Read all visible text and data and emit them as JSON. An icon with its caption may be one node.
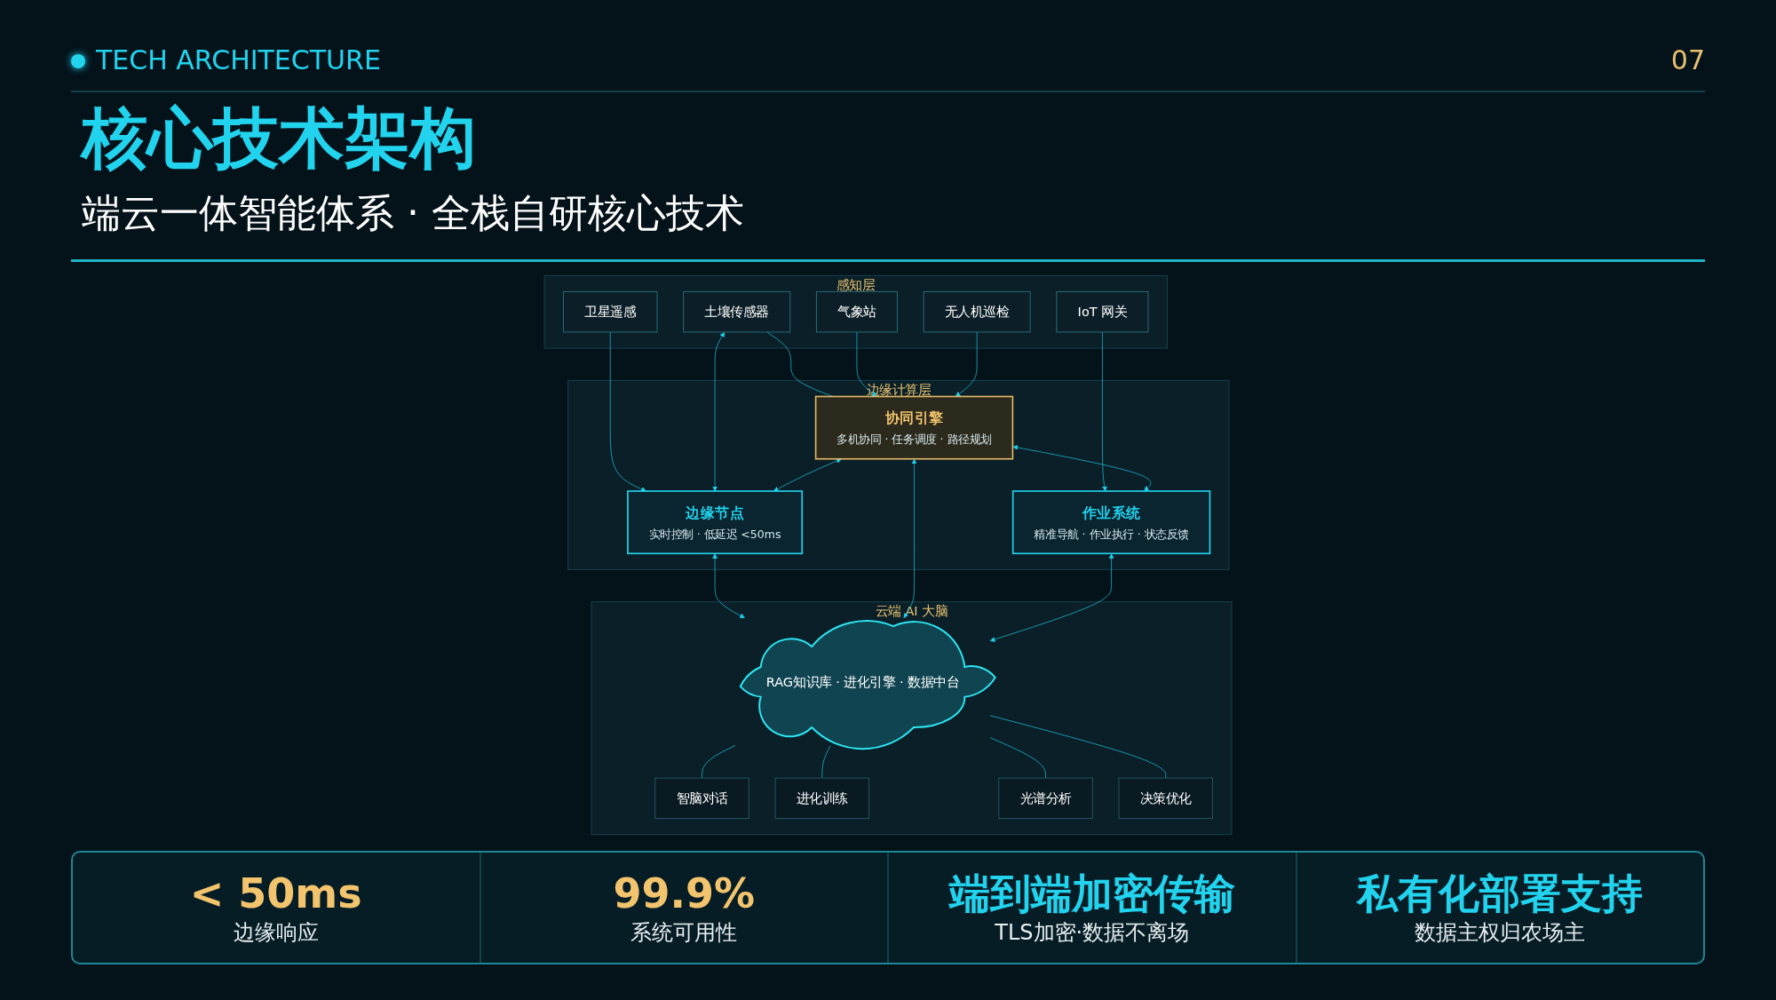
{
  "diagram": {
    "title": "核心技术架构",
    "nodes": [
      {
        "text": [
          "感知层"
        ]
      },
      {
        "text": [
          "卫星遥感"
        ],
        "in": 0
      },
      {
        "text": [
          "土壤传感器"
        ],
        "in": 0
      },
      {
        "text": [
          "气象站"
        ],
        "in": 0
      },
      {
        "text": [
          "无人机巡检"
        ],
        "in": 0
      },
      {
        "text": [
          "IoT 网关"
        ],
        "in": 0
      },
      {
        "text": [
          "边缘计算层"
        ]
      },
      {
        "text": [
          "边缘节点",
          "实时控制 · 低延迟 <50ms"
        ],
        "in": 6
      },
      {
        "text": [
          "协同引擎",
          "多机协同 · 任务调度 · 路径规划"
        ],
        "in": 6
      },
      {
        "text": [
          "作业系统",
          "精准导航 · 作业执行 · 状态反馈"
        ],
        "in": 6
      },
      {
        "text": [
          "云端 AI 大脑"
        ]
      },
      {
        "text": [
          "智脑对话"
        ],
        "in": 10
      },
      {
        "text": [
          "进化训练"
        ],
        "in": 10
      },
      {
        "text": [
          "RAG知识库 · 进化引擎 · 数据中台"
        ],
        "in": 10
      },
      {
        "text": [
          "光谱分析"
        ],
        "in": 10
      },
      {
        "text": [
          "决策优化"
        ],
        "in": 10
      }
    ],
    "edges": [
      {
        "from": 1,
        "to": 7,
        "arrow": "to"
      },
      {
        "from": 2,
        "to": 7,
        "arrow": "both"
      },
      {
        "from": 2,
        "to": 8,
        "arrow": "none"
      },
      {
        "from": 3,
        "to": 8,
        "arrow": "to"
      },
      {
        "from": 4,
        "to": 8,
        "arrow": "to"
      },
      {
        "from": 5,
        "to": 9,
        "arrow": "to"
      },
      {
        "from": 8,
        "to": 7,
        "arrow": "both"
      },
      {
        "from": 8,
        "to": 9,
        "arrow": "both"
      },
      {
        "from": 7,
        "to": 13,
        "arrow": "both"
      },
      {
        "from": 8,
        "to": 13,
        "arrow": "both"
      },
      {
        "from": 9,
        "to": 13,
        "arrow": "both"
      },
      {
        "from": 13,
        "to": 11,
        "arrow": "none"
      },
      {
        "from": 13,
        "to": 12,
        "arrow": "none"
      },
      {
        "from": 13,
        "to": 14,
        "arrow": "none"
      },
      {
        "from": 13,
        "to": 15,
        "arrow": "none"
      }
    ],
    "labels": [
      "TECH ARCHITECTURE",
      "07",
      "端云一体智能体系 · 全栈自研核心技术",
      "< 50ms",
      "边缘响应",
      "99.9%",
      "系统可用性",
      "端到端加密传输",
      "TLS加密·数据不离场",
      "私有化部署支持",
      "数据主权归农场主"
    ]
  }
}
